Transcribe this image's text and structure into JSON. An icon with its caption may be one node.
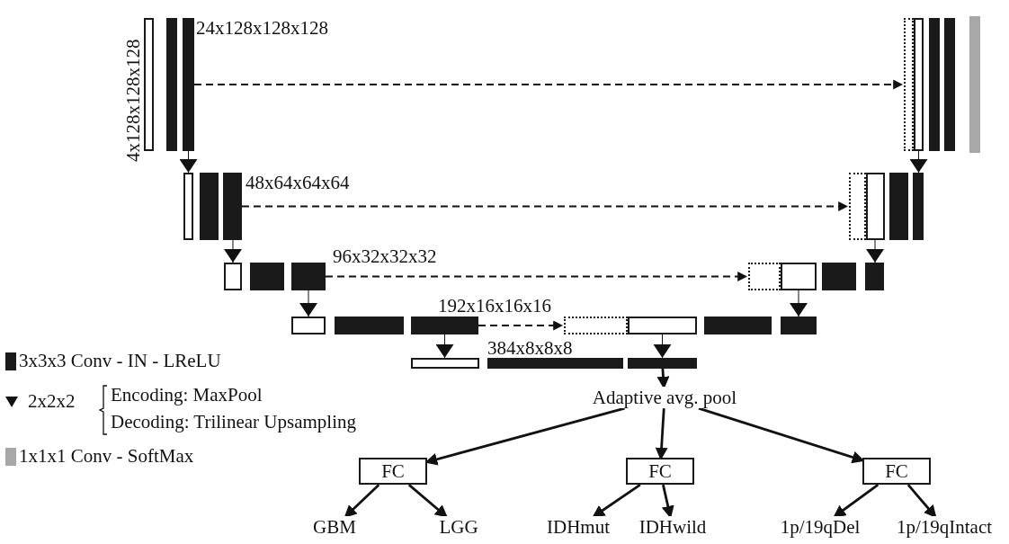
{
  "diagram": {
    "nodes": [
      {
        "text": [],
        "shape": "box"
      },
      {
        "text": [],
        "shape": "bar"
      },
      {
        "text": [],
        "shape": "bar"
      },
      {
        "text": [],
        "shape": "box"
      },
      {
        "text": [],
        "shape": "box"
      },
      {
        "text": [],
        "shape": "bar"
      },
      {
        "text": [],
        "shape": "bar"
      },
      {
        "text": [],
        "shape": "bar"
      },
      {
        "text": [],
        "shape": "box"
      },
      {
        "text": [],
        "shape": "bar"
      },
      {
        "text": [],
        "shape": "bar"
      },
      {
        "text": [],
        "shape": "box"
      },
      {
        "text": [],
        "shape": "box"
      },
      {
        "text": [],
        "shape": "bar"
      },
      {
        "text": [],
        "shape": "bar"
      },
      {
        "text": [],
        "shape": "box"
      },
      {
        "text": [],
        "shape": "bar"
      },
      {
        "text": [],
        "shape": "bar"
      },
      {
        "text": [],
        "shape": "box"
      },
      {
        "text": [],
        "shape": "box"
      },
      {
        "text": [],
        "shape": "bar"
      },
      {
        "text": [],
        "shape": "bar"
      },
      {
        "text": [],
        "shape": "box"
      },
      {
        "text": [],
        "shape": "bar"
      },
      {
        "text": [],
        "shape": "bar"
      },
      {
        "text": [],
        "shape": "box"
      },
      {
        "text": [],
        "shape": "box"
      },
      {
        "text": [],
        "shape": "bar"
      },
      {
        "text": [],
        "shape": "bar"
      },
      {
        "text": [],
        "shape": "box"
      },
      {
        "text": [],
        "shape": "bar"
      },
      {
        "text": [],
        "shape": "bar"
      },
      {
        "text": [
          "Adaptive avg. pool"
        ]
      },
      {
        "text": [
          "FC"
        ]
      },
      {
        "text": [
          "FC"
        ]
      },
      {
        "text": [
          "FC"
        ]
      },
      {
        "text": [
          "GBM"
        ]
      },
      {
        "text": [
          "LGG"
        ]
      },
      {
        "text": [
          "IDHmut"
        ]
      },
      {
        "text": [
          "IDHwild"
        ]
      },
      {
        "text": [
          "1p/19qDel"
        ]
      },
      {
        "text": [
          "1p/19qIntact"
        ]
      }
    ],
    "edges": [
      {
        "from": 2,
        "to": 3,
        "arrow": "to",
        "style": "dashed"
      },
      {
        "from": 10,
        "to": 11,
        "arrow": "to",
        "style": "dashed"
      },
      {
        "from": 17,
        "to": 18,
        "arrow": "to",
        "style": "dashed"
      },
      {
        "from": 24,
        "to": 25,
        "arrow": "to",
        "style": "dashed"
      },
      {
        "from": 31,
        "to": 32,
        "arrow": "to"
      },
      {
        "from": 32,
        "to": 33,
        "arrow": "to"
      },
      {
        "from": 32,
        "to": 34,
        "arrow": "to"
      },
      {
        "from": 32,
        "to": 35,
        "arrow": "to"
      },
      {
        "from": 33,
        "to": 36,
        "arrow": "to"
      },
      {
        "from": 33,
        "to": 37,
        "arrow": "to"
      },
      {
        "from": 34,
        "to": 38,
        "arrow": "to"
      },
      {
        "from": 34,
        "to": 39,
        "arrow": "to"
      },
      {
        "from": 35,
        "to": 40,
        "arrow": "to"
      },
      {
        "from": 35,
        "to": 41,
        "arrow": "to"
      },
      {
        "from": 2,
        "to": 8,
        "arrow": "to"
      },
      {
        "from": 4,
        "to": 14,
        "arrow": "to"
      },
      {
        "from": 10,
        "to": 15,
        "arrow": "to"
      },
      {
        "from": 12,
        "to": 21,
        "arrow": "to"
      },
      {
        "from": 17,
        "to": 22,
        "arrow": "to"
      },
      {
        "from": 19,
        "to": 28,
        "arrow": "to"
      },
      {
        "from": 24,
        "to": 29,
        "arrow": "to"
      },
      {
        "from": 26,
        "to": 31,
        "arrow": "to"
      }
    ],
    "labels": [
      "4x128x128x128",
      "24x128x128x128",
      "48x64x64x64",
      "96x32x32x32",
      "192x16x16x16",
      "384x8x8x8",
      "Encoding: MaxPool",
      "Decoding: Trilinear Upsampling"
    ],
    "legend": [
      {
        "text": "3x3x3 Conv - IN - LReLU",
        "color": "#1a1a1a"
      },
      {
        "text": "2x2x2"
      },
      {
        "text": "1x1x1 Conv - SoftMax",
        "color": "#a8a8a8"
      }
    ]
  }
}
